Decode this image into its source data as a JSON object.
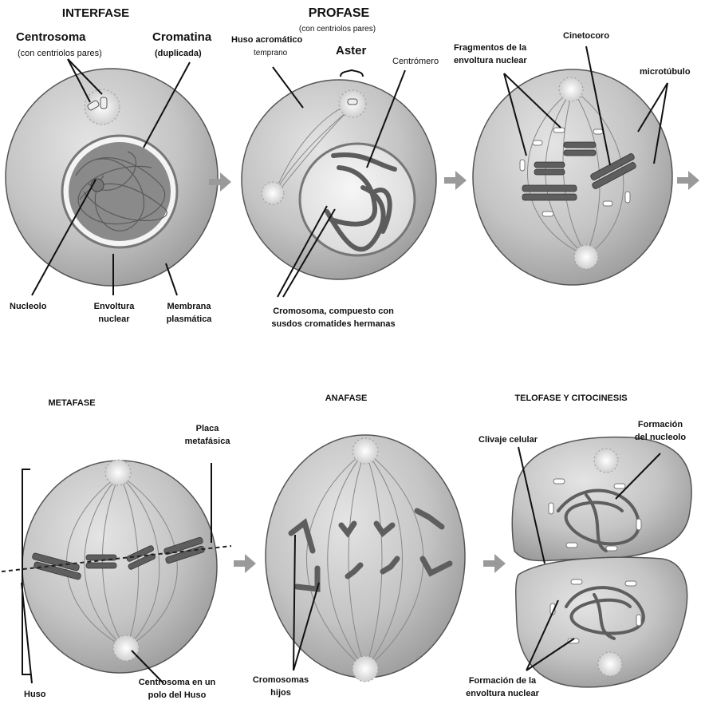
{
  "stages": {
    "interfase": "INTERFASE",
    "profase": "PROFASE",
    "profase_sub": "(con centriolos pares)",
    "metafase": "METAFASE",
    "anafase": "ANAFASE",
    "telofase": "TELOFASE Y CITOCINESIS"
  },
  "labels": {
    "centrosoma": "Centrosoma",
    "centrosoma_sub": "(con centriolos pares)",
    "cromatina": "Cromatina",
    "cromatina_sub": "(duplicada)",
    "nucleolo": "Nucleolo",
    "envoltura_1": "Envoltura",
    "envoltura_2": "nuclear",
    "membrana_1": "Membrana",
    "membrana_2": "plasmática",
    "huso_acromatico_1": "Huso acromático",
    "huso_acromatico_2": "temprano",
    "aster": "Aster",
    "centromero": "Centrómero",
    "cromosoma_1": "Cromosoma, compuesto con",
    "cromosoma_2": "susdos cromatides hermanas",
    "fragmentos_1": "Fragmentos de la",
    "fragmentos_2": "envoltura nuclear",
    "cinetocoro": "Cinetocoro",
    "microtubulo": "microtúbulo",
    "placa_1": "Placa",
    "placa_2": "metafásica",
    "huso": "Huso",
    "centrosoma_polo_1": "Centrosoma en un",
    "centrosoma_polo_2": "polo del Huso",
    "cromosomas_hijos_1": "Cromosomas",
    "cromosomas_hijos_2": "hijos",
    "clivaje": "Clivaje celular",
    "formacion_nucleolo_1": "Formación",
    "formacion_nucleolo_2": "del nucleolo",
    "formacion_envoltura_1": "Formación de la",
    "formacion_envoltura_2": "envoltura nuclear"
  },
  "colors": {
    "cell_fill": "#bdbdbd",
    "cell_stroke": "#555555",
    "nucleus_fill": "#ececec",
    "chromosome": "#6a6a6a",
    "arrow": "#9a9a9a"
  }
}
